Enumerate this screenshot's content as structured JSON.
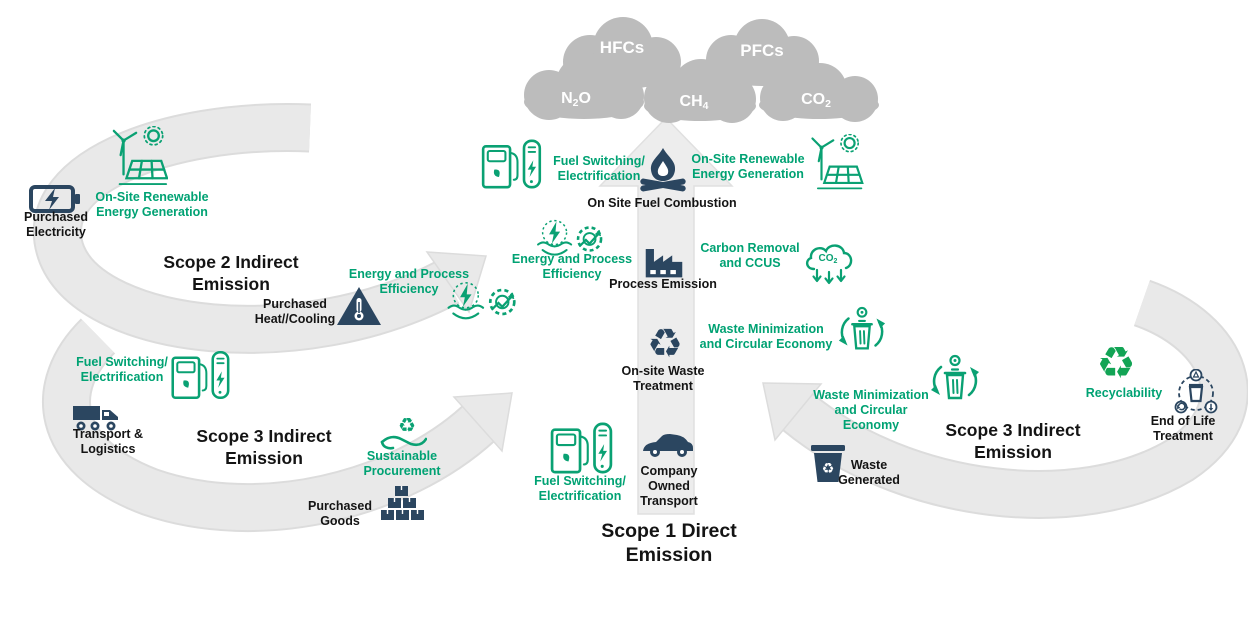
{
  "title": "GHG Emission Scopes and Decarbonization Levers Diagram",
  "colors": {
    "green_text": "#00A273",
    "green_icon": "#0AA173",
    "navy_icon": "#2B4660",
    "arc_gray": "#E9E9E9",
    "arc_edge": "#DCDCDC",
    "center_arrow_gray": "#EDEDED",
    "cloud_gray": "#BCBCBC",
    "label_black": "#141414"
  },
  "clouds": {
    "gases": [
      {
        "main": "HFCs",
        "sub": "",
        "tail": ""
      },
      {
        "main": "PFCs",
        "sub": "",
        "tail": ""
      },
      {
        "main": "N",
        "sub": "2",
        "tail": "O"
      },
      {
        "main": "CH",
        "sub": "4",
        "tail": ""
      },
      {
        "main": "CO",
        "sub": "2",
        "tail": ""
      }
    ]
  },
  "scope1": {
    "title": [
      "Scope 1 Direct",
      "Emission"
    ],
    "fuel_switching_top": [
      "Fuel Switching/",
      "Electrification"
    ],
    "on_site_fuel_combustion": "On Site Fuel Combustion",
    "on_site_renewable": [
      "On-Site Renewable",
      "Energy Generation"
    ],
    "energy_process_efficiency": [
      "Energy and Process",
      "Efficiency"
    ],
    "process_emission": "Process Emission",
    "carbon_removal": [
      "Carbon Removal",
      "and CCUS"
    ],
    "on_site_waste_treatment": [
      "On-site Waste",
      "Treatment"
    ],
    "waste_minimization": [
      "Waste Minimization",
      "and Circular Economy"
    ],
    "company_owned_transport": [
      "Company",
      "Owned",
      "Transport"
    ],
    "fuel_switching_bottom": [
      "Fuel Switching/",
      "Electrification"
    ]
  },
  "scope2": {
    "title": [
      "Scope 2 Indirect",
      "Emission"
    ],
    "purchased_electricity": [
      "Purchased",
      "Electricity"
    ],
    "on_site_renewable": [
      "On-Site Renewable",
      "Energy Generation"
    ],
    "purchased_heat_cooling": [
      "Purchased",
      "Heat//Cooling"
    ],
    "energy_process_efficiency": [
      "Energy and Process",
      "Efficiency"
    ]
  },
  "scope3_left": {
    "title": [
      "Scope 3 Indirect",
      "Emission"
    ],
    "fuel_switching": [
      "Fuel Switching/",
      "Electrification"
    ],
    "transport_logistics": [
      "Transport &",
      "Logistics"
    ],
    "sustainable_procurement": [
      "Sustainable",
      "Procurement"
    ],
    "purchased_goods": [
      "Purchased",
      "Goods"
    ]
  },
  "scope3_right": {
    "title": [
      "Scope 3 Indirect",
      "Emission"
    ],
    "waste_minimization": [
      "Waste Minimization",
      "and Circular",
      "Economy"
    ],
    "waste_generated": [
      "Waste",
      "Generated"
    ],
    "recyclability": "Recyclability",
    "end_of_life": [
      "End of Life",
      "Treatment"
    ]
  },
  "icons": {
    "recycle_glyph": "♻",
    "co2_cloud_main": "CO",
    "co2_cloud_sub": "2"
  }
}
